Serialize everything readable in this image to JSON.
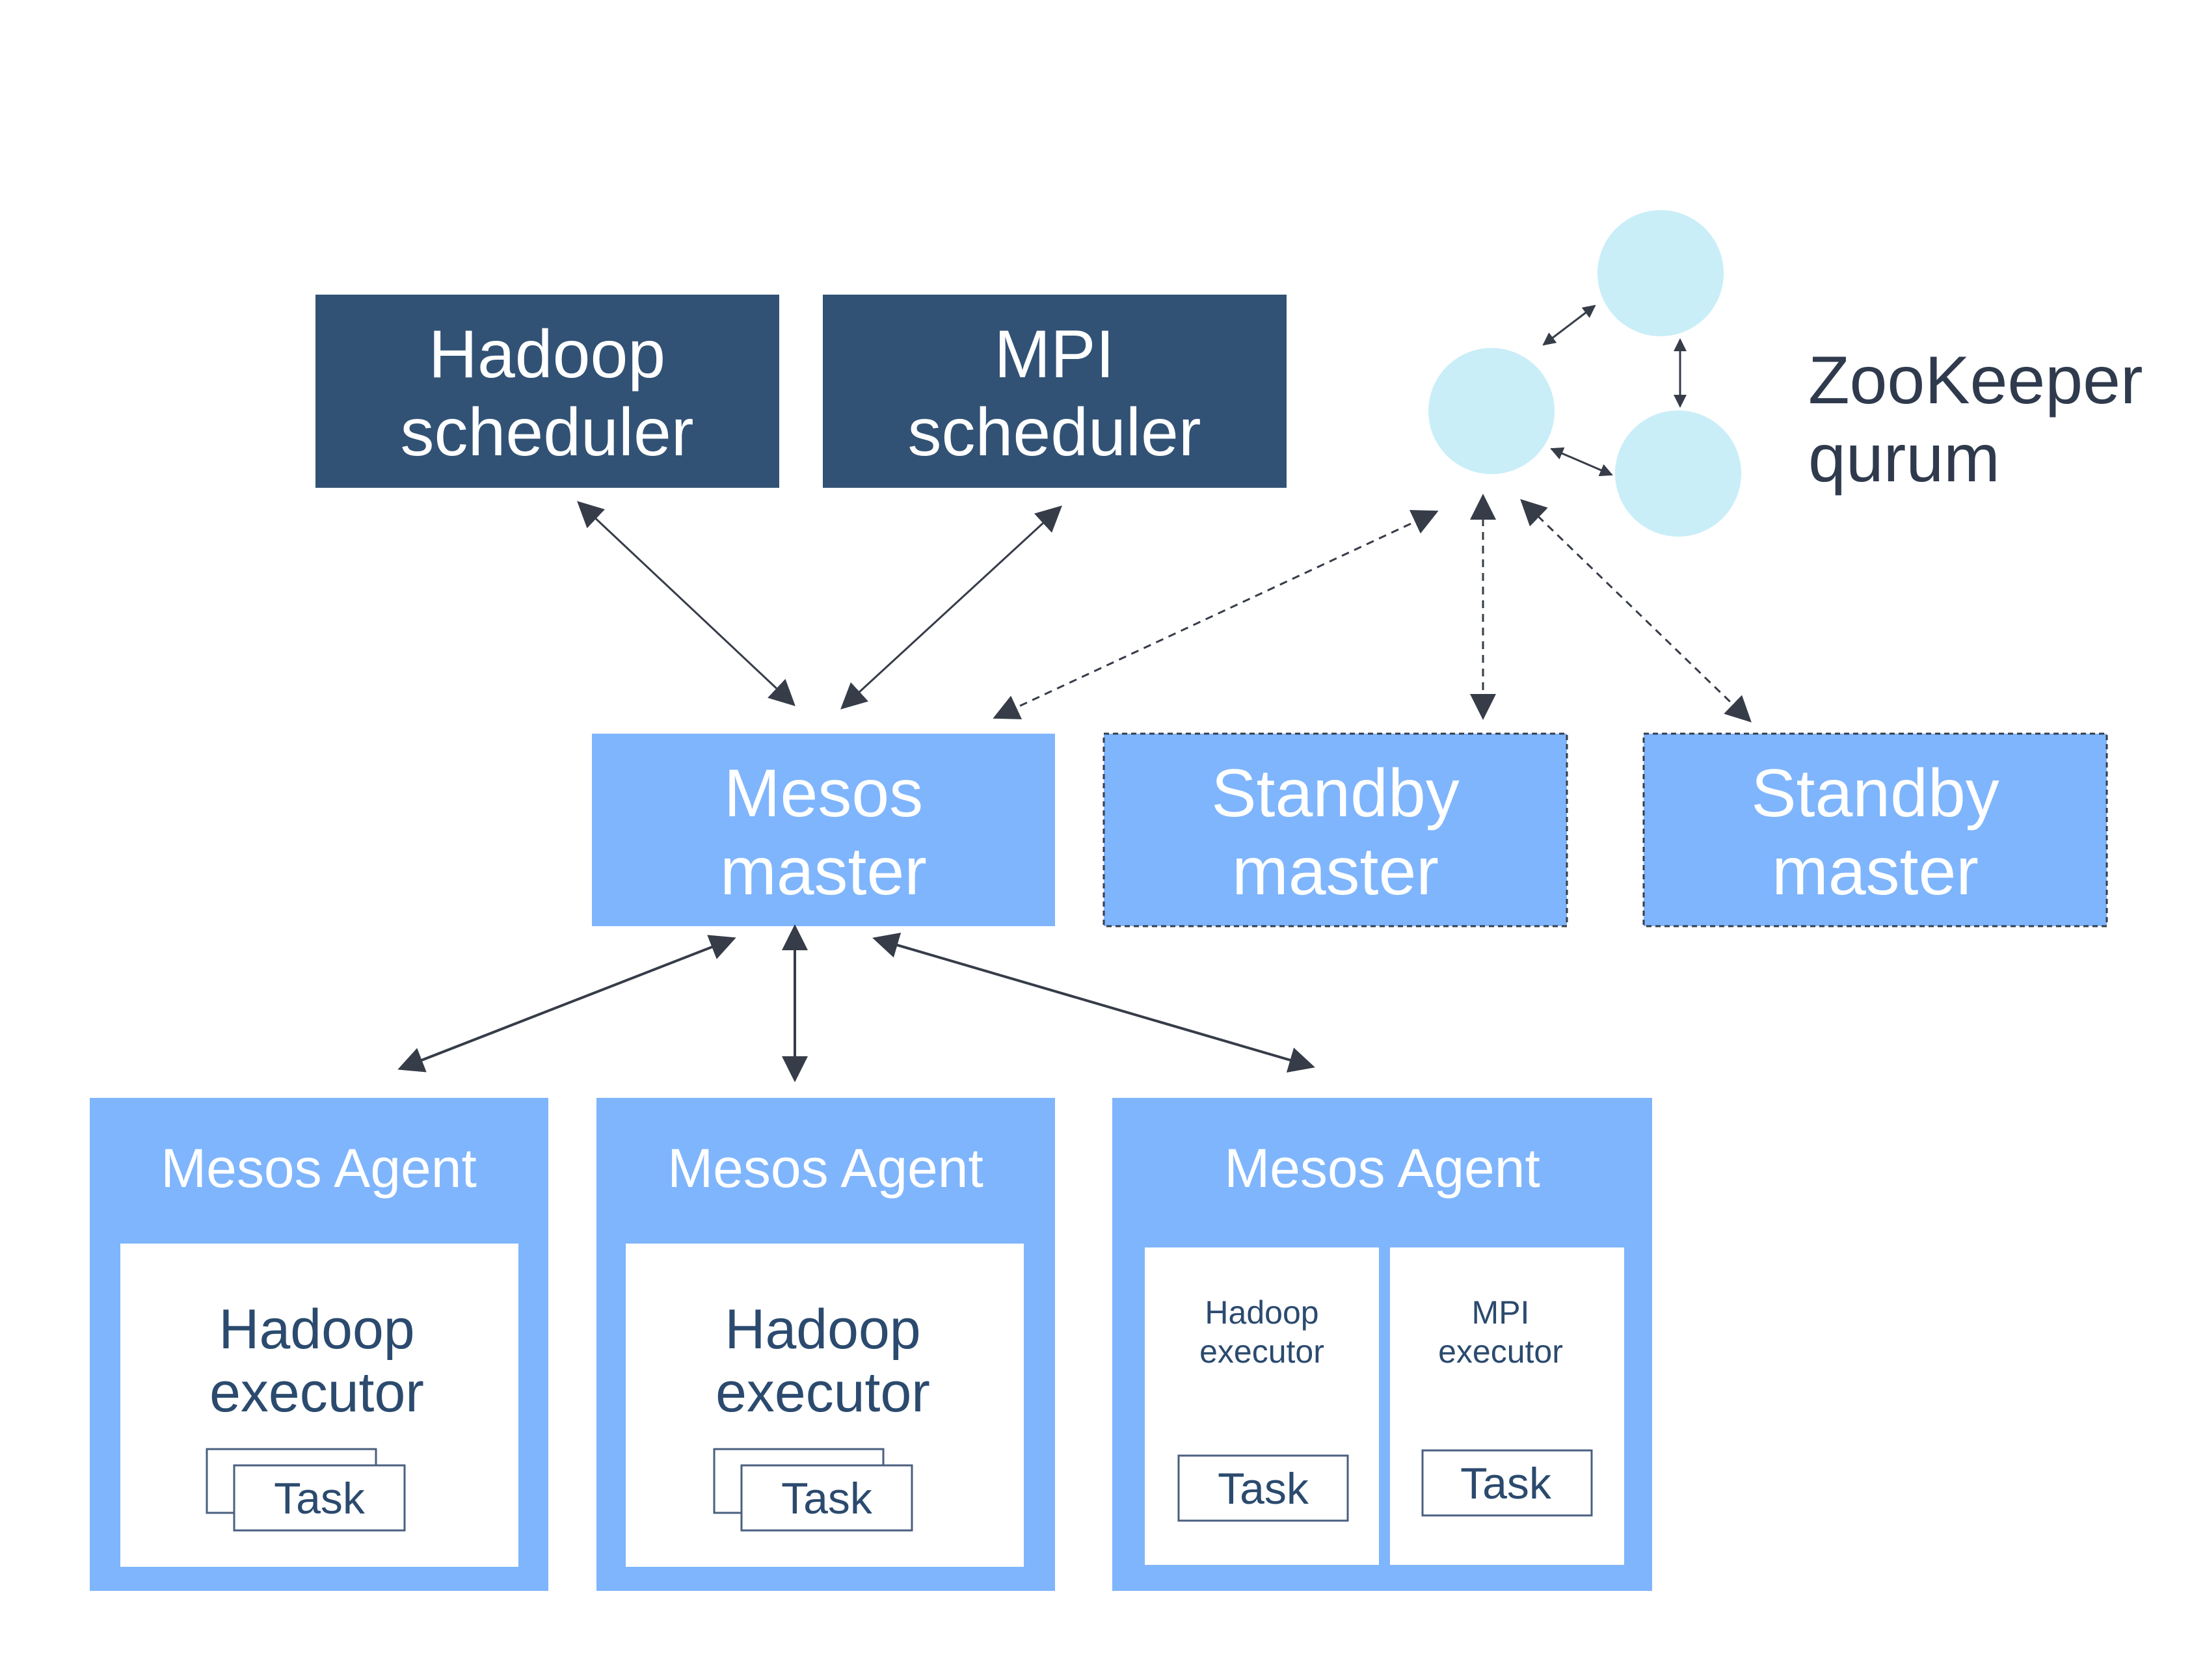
{
  "colors": {
    "scheduler_fill": "#315275",
    "master_fill": "#7fb5fc",
    "agent_fill": "#7fb5fc",
    "executor_fill": "#ffffff",
    "executor_text": "#2b4a6e",
    "zookeeper_node": "#c9eef8",
    "label_dark": "#2f3a4d",
    "arrow": "#363c48",
    "task_border": "#4a5f80",
    "white_text": "#ffffff"
  },
  "schedulers": [
    {
      "line1": "Hadoop",
      "line2": "scheduler"
    },
    {
      "line1": "MPI",
      "line2": "scheduler"
    }
  ],
  "zookeeper": {
    "line1": "ZooKeeper",
    "line2": "qurum"
  },
  "masters": [
    {
      "line1": "Mesos",
      "line2": "master",
      "standby": false
    },
    {
      "line1": "Standby",
      "line2": "master",
      "standby": true
    },
    {
      "line1": "Standby",
      "line2": "master",
      "standby": true
    }
  ],
  "agents": [
    {
      "title": "Mesos Agent",
      "executors": [
        {
          "line1": "Hadoop",
          "line2": "executor",
          "task": "Task"
        }
      ]
    },
    {
      "title": "Mesos Agent",
      "executors": [
        {
          "line1": "Hadoop",
          "line2": "executor",
          "task": "Task"
        }
      ]
    },
    {
      "title": "Mesos Agent",
      "executors": [
        {
          "line1": "Hadoop",
          "line2": "executor",
          "task": "Task"
        },
        {
          "line1": "MPI",
          "line2": "executor",
          "task": "Task"
        }
      ]
    }
  ]
}
